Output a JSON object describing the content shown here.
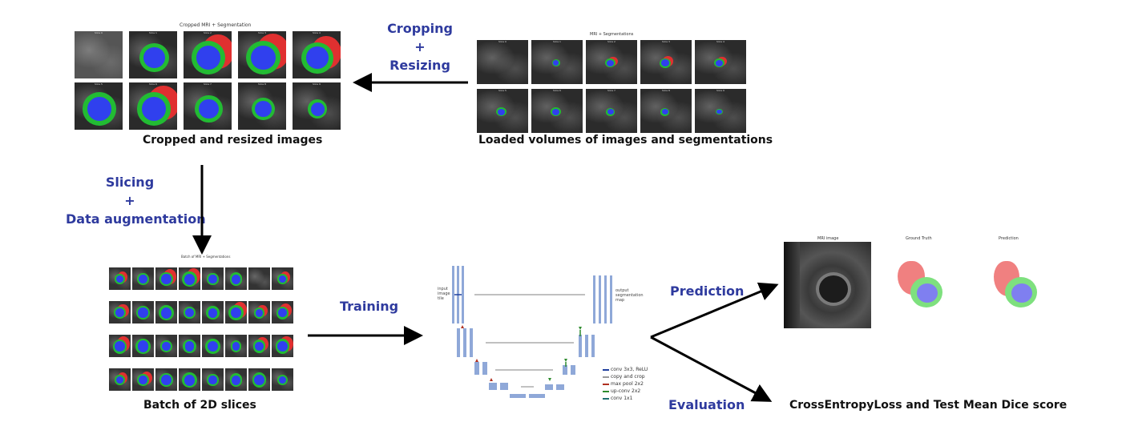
{
  "top_left": {
    "figure_title": "Cropped MRI + Segmentation",
    "caption": "Cropped  and resized images",
    "slice_labels": [
      "Slice 0",
      "Slice 1",
      "Slice 2",
      "Slice 3",
      "Slice 4",
      "Slice 5",
      "Slice 6",
      "Slice 7",
      "Slice 8",
      "Slice 9"
    ]
  },
  "top_right": {
    "figure_title": "MRI + Segmentations",
    "caption": "Loaded volumes of images and segmentations",
    "slice_labels": [
      "Slice 0",
      "Slice 1",
      "Slice 2",
      "Slice 3",
      "Slice 4",
      "Slice 5",
      "Slice 6",
      "Slice 7",
      "Slice 8",
      "Slice 9"
    ]
  },
  "bottom_left": {
    "figure_title": "Batch of MRI + Segmentations",
    "caption": "Batch of 2D slices"
  },
  "steps": {
    "crop_line1": "Cropping",
    "crop_line2": "+",
    "crop_line3": "Resizing",
    "slice_line1": "Slicing",
    "slice_line2": "+",
    "slice_line3": "Data augmentation",
    "training": "Training",
    "prediction": "Prediction",
    "evaluation": "Evaluation"
  },
  "unet": {
    "input_label": "input\nimage\ntile",
    "output_label": "output\nsegmentation\nmap",
    "legend": [
      {
        "label": "conv 3x3, ReLU",
        "color": "#1f3f9e"
      },
      {
        "label": "copy and crop",
        "color": "#9a9a9a"
      },
      {
        "label": "max pool 2x2",
        "color": "#b03020"
      },
      {
        "label": "up-conv 2x2",
        "color": "#2e8b2e"
      },
      {
        "label": "conv 1x1",
        "color": "#1f6f6f"
      }
    ]
  },
  "prediction_panel": {
    "labels": [
      "MRI image",
      "Ground Truth",
      "Prediction"
    ]
  },
  "evaluation_result": "CrossEntropyLoss and Test Mean Dice score",
  "colors": {
    "step_text": "#2e3a9e",
    "seg_red": "#e03030",
    "seg_green": "#22bb33",
    "seg_blue": "#3040ee",
    "gt_pink": "#f08080",
    "gt_green": "#7ee07e",
    "gt_blue": "#7f7ff0"
  }
}
